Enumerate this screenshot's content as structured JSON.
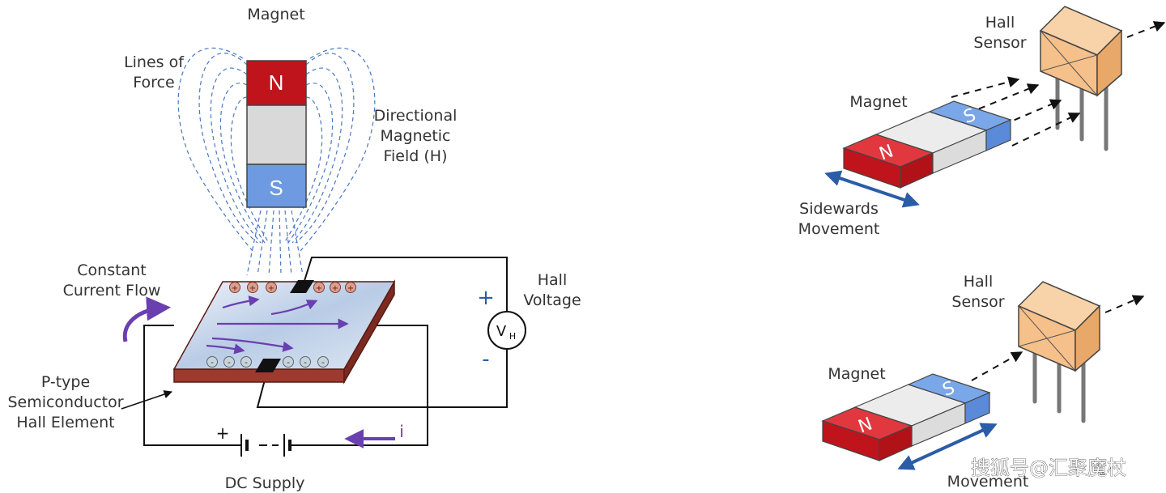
{
  "hall_effect_diagram": {
    "magnet_label": "Magnet",
    "lines_of_force_label": [
      "Lines of",
      "Force"
    ],
    "directional_field_label": [
      "Directional",
      "Magnetic",
      "Field (H)"
    ],
    "north_pole": "N",
    "south_pole": "S",
    "constant_current_label": [
      "Constant",
      "Current Flow"
    ],
    "hall_voltage_label": [
      "Hall",
      "Voltage"
    ],
    "plus_sign": "+",
    "minus_sign": "-",
    "voltmeter_symbol": "V",
    "voltmeter_subscript": "H",
    "element_label": [
      "P-type",
      "Semiconductor",
      "Hall Element"
    ],
    "dc_supply_label": "DC Supply",
    "battery_plus": "+",
    "current_symbol": "i",
    "charge_positive": "+",
    "charge_negative": "-"
  },
  "sidewards_panel": {
    "hall_sensor_label": [
      "Hall",
      "Sensor"
    ],
    "magnet_label": "Magnet",
    "movement_label": [
      "Sidewards",
      "Movement"
    ],
    "n_pole": "N",
    "s_pole": "S"
  },
  "second_panel": {
    "hall_sensor_label": [
      "Hall",
      "Sensor"
    ],
    "magnet_label": "Magnet",
    "movement_label_partial": "Movement",
    "n_pole": "N",
    "s_pole": "S"
  },
  "watermark": "搜狐号@汇聚魔杖",
  "colors": {
    "north_red": "#c0141c",
    "south_blue": "#6d9ae0",
    "middle_gray": "#d9d9d9",
    "current_purple": "#6a3fb0",
    "field_blue": "#4a78c4",
    "sensor_orange": "#f6c08a",
    "movement_arrow_blue": "#2a5ca8"
  }
}
